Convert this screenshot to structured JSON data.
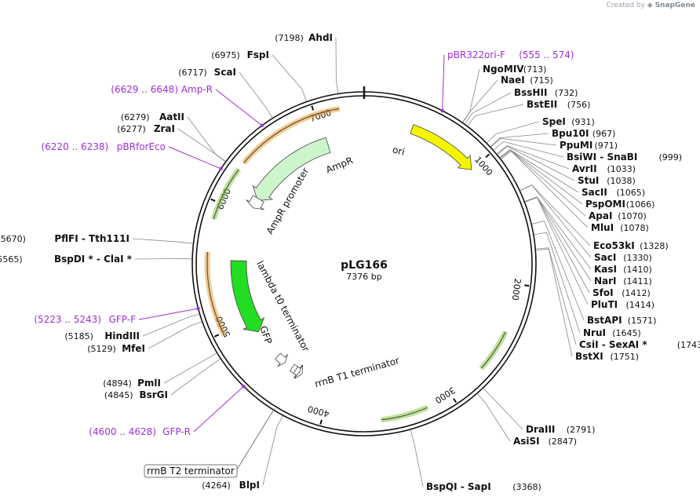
{
  "credit": {
    "prefix": "Created by",
    "brand": "SnapGene"
  },
  "plasmid": {
    "name": "pLG166",
    "length_label": "7376 bp"
  },
  "ruler": [
    {
      "label": "1000",
      "tick": 1000
    },
    {
      "label": "2000",
      "tick": 2000
    },
    {
      "label": "3000",
      "tick": 3000
    },
    {
      "label": "4000",
      "tick": 4000
    },
    {
      "label": "5000",
      "tick": 5000
    },
    {
      "label": "6000",
      "tick": 6000
    },
    {
      "label": "7000",
      "tick": 7000
    }
  ],
  "features": [
    {
      "name": "ori",
      "start": 400,
      "end": 1000,
      "color": "#f5f500",
      "kind": "arrow"
    },
    {
      "name": "AmpR",
      "start": 6160,
      "end": 7030,
      "color": "#ccf5cc",
      "kind": "arrow"
    },
    {
      "name": "AmpR promoter",
      "start": 6080,
      "end": 6180,
      "color": "#ffffff",
      "kind": "arrow"
    },
    {
      "name": "GFP",
      "start": 4860,
      "end": 5560,
      "color": "#22dd22",
      "kind": "arrow"
    },
    {
      "name": "lambda t0 terminator",
      "start": 4480,
      "end": 4570,
      "color": "#ffffff",
      "kind": "arrow"
    },
    {
      "name": "rrnB T1 terminator",
      "start": 4290,
      "end": 4400,
      "color": "#ffffff",
      "kind": "arrow"
    },
    {
      "name": "rrnB T2 terminator",
      "start": 4320,
      "end": 4360,
      "color": "#ffffff",
      "kind": "boxed"
    }
  ],
  "orfs": [
    {
      "start": 6350,
      "end": 7190,
      "color": "#f0a030"
    },
    {
      "start": 4980,
      "end": 5620,
      "color": "#f0a030"
    },
    {
      "start": 5870,
      "end": 6290,
      "color": "#88cc44"
    },
    {
      "start": 2370,
      "end": 2700,
      "color": "#88cc44"
    },
    {
      "start": 3200,
      "end": 3560,
      "color": "#88cc44"
    }
  ],
  "enzymes": [
    {
      "name": "AhdI",
      "pos": "(7198)"
    },
    {
      "name": "FspI",
      "pos": "(6975)"
    },
    {
      "name": "ScaI",
      "pos": "(6717)"
    },
    {
      "name": "AatII",
      "pos": "(6279)"
    },
    {
      "name": "ZraI",
      "pos": "(6277)"
    },
    {
      "name": "PflFI  -  Tth111I",
      "pos": "(5670)"
    },
    {
      "name": "BspDI *  -  ClaI *",
      "pos": "(5565)"
    },
    {
      "name": "HindIII",
      "pos": "(5185)"
    },
    {
      "name": "MfeI",
      "pos": "(5129)"
    },
    {
      "name": "PmlI",
      "pos": "(4894)"
    },
    {
      "name": "BsrGI",
      "pos": "(4845)"
    },
    {
      "name": "BlpI",
      "pos": "(4264)"
    },
    {
      "name": "NgoMIV",
      "pos": "(713)"
    },
    {
      "name": "NaeI",
      "pos": "(715)"
    },
    {
      "name": "BssHII",
      "pos": "(732)"
    },
    {
      "name": "BstEII",
      "pos": "(756)"
    },
    {
      "name": "SpeI",
      "pos": "(931)"
    },
    {
      "name": "Bpu10I",
      "pos": "(967)"
    },
    {
      "name": "PpuMI",
      "pos": "(971)"
    },
    {
      "name": "BsiWI  -  SnaBI",
      "pos": "(999)"
    },
    {
      "name": "AvrII",
      "pos": "(1033)"
    },
    {
      "name": "StuI",
      "pos": "(1038)"
    },
    {
      "name": "SacII",
      "pos": "(1065)"
    },
    {
      "name": "PspOMI",
      "pos": "(1066)"
    },
    {
      "name": "ApaI",
      "pos": "(1070)"
    },
    {
      "name": "MluI",
      "pos": "(1078)"
    },
    {
      "name": "Eco53kI",
      "pos": "(1328)"
    },
    {
      "name": "SacI",
      "pos": "(1330)"
    },
    {
      "name": "KasI",
      "pos": "(1410)"
    },
    {
      "name": "NarI",
      "pos": "(1411)"
    },
    {
      "name": "SfoI",
      "pos": "(1412)"
    },
    {
      "name": "PluTI",
      "pos": "(1414)"
    },
    {
      "name": "BstAPI",
      "pos": "(1571)"
    },
    {
      "name": "NruI",
      "pos": "(1645)"
    },
    {
      "name": "CsiI  -  SexAI *",
      "pos": "(1743)"
    },
    {
      "name": "BstXI",
      "pos": "(1751)"
    },
    {
      "name": "DraIII",
      "pos": "(2791)"
    },
    {
      "name": "AsiSI",
      "pos": "(2847)"
    },
    {
      "name": "BspQI  -  SapI",
      "pos": "(3368)"
    }
  ],
  "primers": [
    {
      "name": "pBR322ori-F",
      "range": "(555 .. 574)"
    },
    {
      "name": "Amp-R",
      "range": "(6629 .. 6648)"
    },
    {
      "name": "pBRforEco",
      "range": "(6220 .. 6238)"
    },
    {
      "name": "GFP-F",
      "range": "(5223 .. 5243)"
    },
    {
      "name": "GFP-R",
      "range": "(4600 .. 4628)"
    }
  ]
}
